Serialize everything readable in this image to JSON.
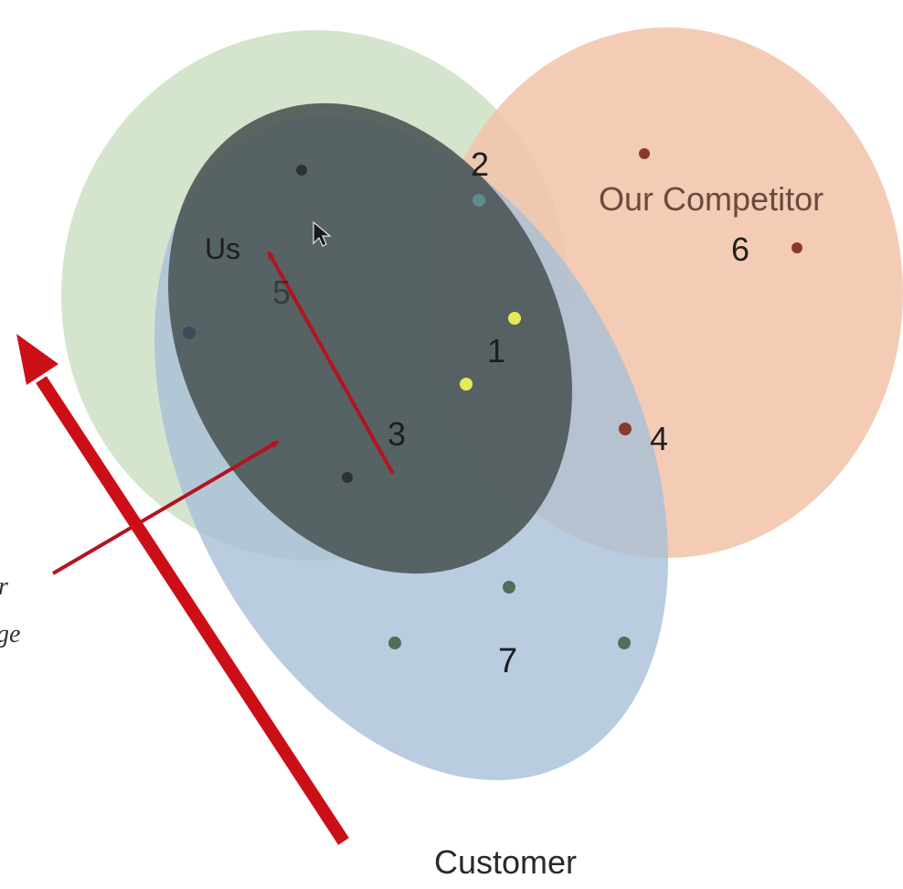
{
  "diagram": {
    "sets": {
      "us": {
        "label": "Us",
        "color": "#cfe0c4"
      },
      "competitor": {
        "label": "Our Competitor",
        "color": "#f2c4ac"
      },
      "customer": {
        "label": "Customer",
        "color": "#b5c8dc"
      }
    },
    "overlay_color": "#4f5a5a",
    "arrow_color": "#c0111a",
    "regions": {
      "r1": "1",
      "r2": "2",
      "r3": "3",
      "r4": "4",
      "r5": "5",
      "r6": "6",
      "r7": "7"
    },
    "left_edge_text": {
      "line1": "r",
      "line2": "ge"
    }
  }
}
